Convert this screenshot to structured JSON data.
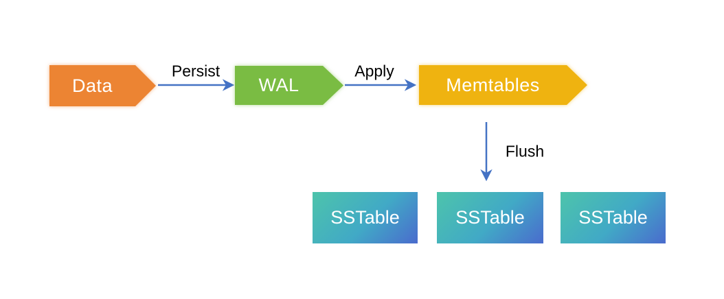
{
  "nodes": {
    "data": {
      "label": "Data",
      "fill": "#EC8433"
    },
    "wal": {
      "label": "WAL",
      "fill": "#7ABC43"
    },
    "memtables": {
      "label": "Memtables",
      "fill": "#EFB310"
    }
  },
  "edges": {
    "persist": {
      "label": "Persist"
    },
    "apply": {
      "label": "Apply"
    },
    "flush": {
      "label": "Flush"
    }
  },
  "sstables": [
    {
      "label": "SSTable"
    },
    {
      "label": "SSTable"
    },
    {
      "label": "SSTable"
    }
  ],
  "colors": {
    "arrow": "#4472C4",
    "node_text": "#FFFFFF",
    "edge_label_text": "#000000",
    "background": "#FFFFFF",
    "data_fill": "#EC8433",
    "wal_fill": "#7ABC43",
    "memtables_fill": "#EFB310",
    "sstable_gradient_start": "#4DC4AB",
    "sstable_gradient_end": "#4A6BCD"
  }
}
